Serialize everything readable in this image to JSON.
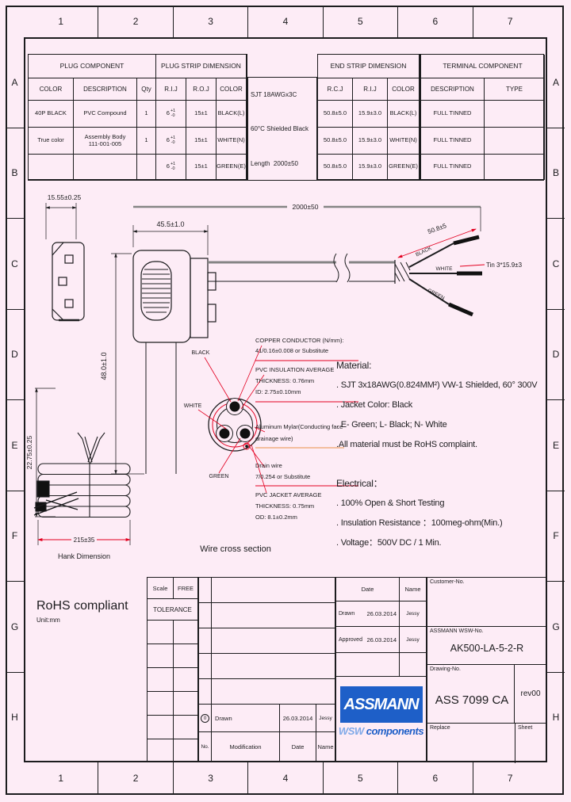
{
  "frame": {
    "cols": [
      "1",
      "2",
      "3",
      "4",
      "5",
      "6",
      "7"
    ],
    "rows": [
      "A",
      "B",
      "C",
      "D",
      "E",
      "F",
      "G",
      "H"
    ]
  },
  "plug_table": {
    "title": "PLUG COMPONENT",
    "h_color": "COLOR",
    "h_desc": "DESCRIPTION",
    "h_qty": "Qty",
    "rows": [
      {
        "color": "40P BLACK",
        "desc": "PVC Compound",
        "qty": "1"
      },
      {
        "color": "True color",
        "desc": "Assembly Body\n111-001-005",
        "qty": "1"
      },
      {
        "color": "",
        "desc": "",
        "qty": ""
      }
    ]
  },
  "plug_strip": {
    "title": "PLUG STRIP DIMENSION",
    "h_rij": "R.I.J",
    "h_roj": "R.O.J",
    "h_color": "COLOR",
    "tol_base": "6",
    "tol_up": "+1",
    "tol_dn": "-0",
    "rows": [
      {
        "roj": "15±1",
        "color": "BLACK(L)"
      },
      {
        "roj": "15±1",
        "color": "WHITE(N)"
      },
      {
        "roj": "15±1",
        "color": "GREEN(E)"
      }
    ]
  },
  "cable_spec": {
    "line1": "SJT 18AWGx3C",
    "line2": "60°C Shielded Black",
    "length_label": "Length",
    "length_value": "2000±50"
  },
  "end_strip": {
    "title": "END STRIP DIMENSION",
    "h_rcj": "R.C.J",
    "h_rij": "R.I.J",
    "h_color": "COLOR",
    "rows": [
      {
        "rcj": "50.8±5.0",
        "rij": "15.9±3.0",
        "color": "BLACK(L)"
      },
      {
        "rcj": "50.8±5.0",
        "rij": "15.9±3.0",
        "color": "WHITE(N)"
      },
      {
        "rcj": "50.8±5.0",
        "rij": "15.9±3.0",
        "color": "GREEN(E)"
      }
    ]
  },
  "terminal_table": {
    "title": "TERMINAL COMPONENT",
    "h_desc": "DESCRIPTION",
    "h_type": "TYPE",
    "rows": [
      {
        "desc": "FULL TINNED",
        "type": ""
      },
      {
        "desc": "FULL TINNED",
        "type": ""
      },
      {
        "desc": "FULL TINNED",
        "type": ""
      }
    ]
  },
  "drawing": {
    "dim_front_width": "15.55±0.25",
    "dim_front_height": "22.75±0.25",
    "dim_plug_length": "45.5±1.0",
    "dim_plug_height": "48.0±1.0",
    "dim_cable_length": "2000±50",
    "dim_strip": "50.8±5",
    "dim_tin": "Tin 3*15.9±3",
    "wire_black": "BLACK",
    "wire_white": "WHITE",
    "wire_green": "GREEN",
    "cs_black": "BLACK",
    "cs_white": "WHITE",
    "cs_green": "GREEN",
    "callout_copper1": "COPPER CONDUCTOR (N/mm):",
    "callout_copper2": "41/0.16±0.008 or Substitute",
    "callout_ins1": "PVC INSULATION AVERAGE",
    "callout_ins2": "THICKNESS: 0.76mm",
    "callout_ins3": "ID: 2.75±0.10mm",
    "callout_mylar1": "Aluminum Mylar(Conducting face",
    "callout_mylar2": "drainage wire)",
    "callout_drain1": "Drain wire",
    "callout_drain2": "7/0.254 or Substitute",
    "callout_jacket1": "PVC JACKET AVERAGE",
    "callout_jacket2": "THICKNESS: 0.75mm",
    "callout_jacket3": "OD: 8.1±0.2mm",
    "cross_section_label": "Wire cross section",
    "hank_dim": "215±35",
    "hank_label": "Hank Dimension"
  },
  "notes": {
    "material_title": "Material:",
    "material_lines": [
      ". SJT 3x18AWG(0.824MM²) VW-1 Shielded, 60° 300V",
      ". Jacket Color: Black",
      ". E- Green; L- Black; N- White",
      ".All material must be RoHS complaint."
    ],
    "electrical_title": "Electrical：",
    "electrical_lines": [
      ". 100% Open & Short Testing",
      ". Insulation Resistance ：100meg-ohm(Min.)",
      ". Voltage：500V DC / 1 Min."
    ]
  },
  "title_block": {
    "rohs": "RoHS compliant",
    "unit": "Unit:mm",
    "scale_label": "Scale",
    "scale_value": "FREE",
    "tolerance_label": "TOLERANCE",
    "rev_row": {
      "no": "0",
      "mod": "Drawn",
      "date": "26.03.2014",
      "name": "Jessy"
    },
    "rev_header": {
      "no": "No.",
      "mod": "Modification",
      "date": "Date",
      "name": "Name"
    },
    "dn_header": {
      "date": "Date",
      "name": "Name"
    },
    "drawn": {
      "label": "Drawn",
      "date": "26.03.2014",
      "name": "Jessy"
    },
    "approved": {
      "label": "Approved",
      "date": "26.03.2014",
      "name": "Jessy"
    },
    "customer_label": "Customer-No.",
    "partno_label": "ASSMANN WSW-No.",
    "partno_value": "AK500-LA-5-2-R",
    "drawingno_label": "Drawing-No.",
    "drawingno_value": "ASS 7099 CA",
    "rev": "rev00",
    "replace_label": "Replace",
    "sheet_label": "Sheet",
    "logo_main": "ASSMANN",
    "logo_sub_w": "WSW",
    "logo_sub_c": "components"
  }
}
